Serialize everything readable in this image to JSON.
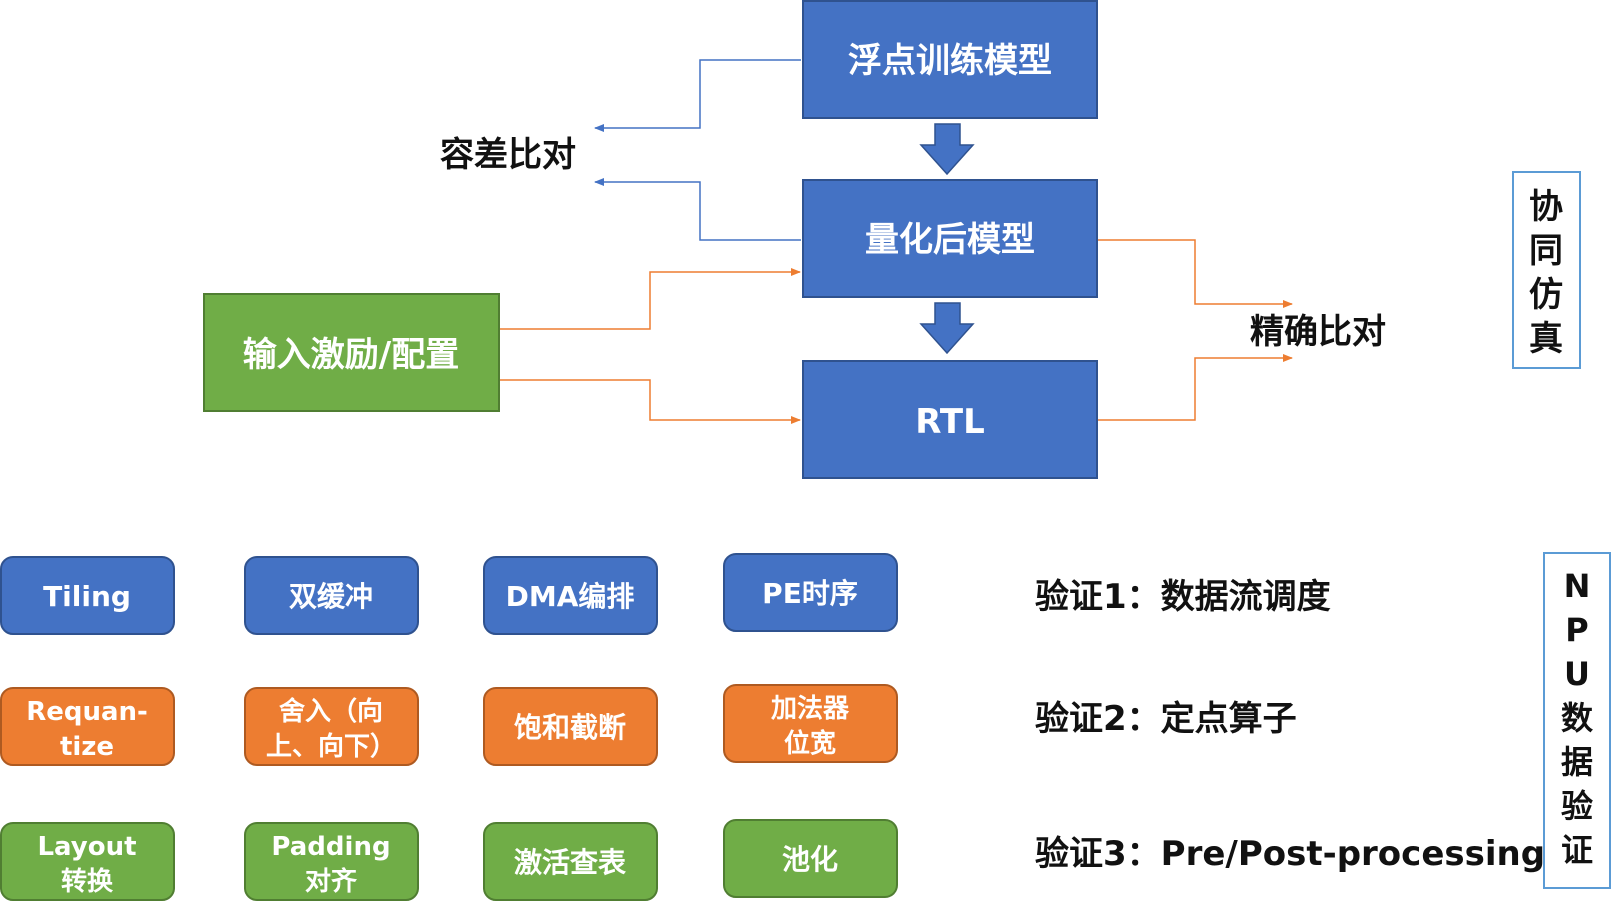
{
  "colors": {
    "blue": "#4472C4",
    "blue_border": "#2F528F",
    "green": "#70AD47",
    "green_border": "#507E32",
    "orange": "#ED7D31",
    "orange_border": "#AE5A21",
    "side_border": "#5B9BD5"
  },
  "flow": {
    "float_model": "浮点训练模型",
    "quant_model": "量化后模型",
    "rtl": "RTL",
    "input": "输入激励/配置",
    "tolerance_compare": "容差比对",
    "exact_compare": "精确比对",
    "cosim_label": [
      "协",
      "同",
      "仿",
      "真"
    ]
  },
  "grid": {
    "row1": [
      "Tiling",
      "双缓冲",
      "DMA编排",
      "PE时序"
    ],
    "row2": [
      [
        "Requan-",
        "tize"
      ],
      [
        "舍入（向",
        "上、向下）"
      ],
      [
        "饱和截断"
      ],
      [
        "加法器",
        "位宽"
      ]
    ],
    "row3": [
      [
        "Layout",
        "转换"
      ],
      [
        "Padding",
        "对齐"
      ],
      [
        "激活查表"
      ],
      [
        "池化"
      ]
    ]
  },
  "verify": {
    "v1": "验证1：数据流调度",
    "v2": "验证2：定点算子",
    "v3": "验证3：Pre/Post-processing"
  },
  "npu_label": [
    "N",
    "P",
    "U",
    "数",
    "据",
    "验",
    "证"
  ]
}
